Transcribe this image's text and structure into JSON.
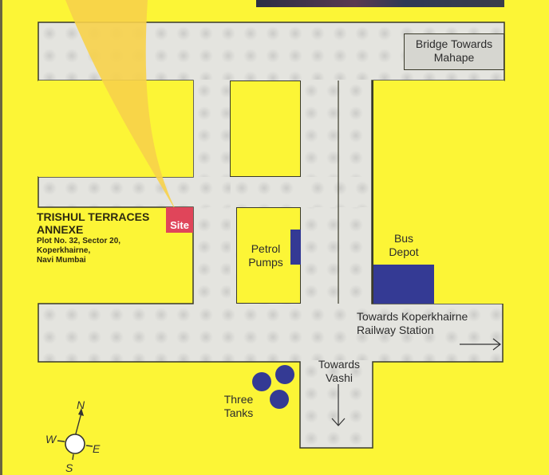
{
  "map": {
    "title": "TRISHUL TERRACES ANNEXE",
    "address_line1": "TRISHUL TERRACES",
    "address_line2": "ANNEXE",
    "address_detail1": "Plot No. 32, Sector 20,",
    "address_detail2": "Koperkhairne,",
    "address_detail3": "Navi Mumbai",
    "site_marker": "Site",
    "colors": {
      "background": "#fcf536",
      "road": "#e4e4df",
      "landmark": "#343a94",
      "site": "#e0455a",
      "beam": "#f7d24a"
    }
  },
  "landmarks": {
    "bridge_line1": "Bridge Towards",
    "bridge_line2": "Mahape",
    "petrol_line1": "Petrol",
    "petrol_line2": "Pumps",
    "bus_line1": "Bus",
    "bus_line2": "Depot",
    "railway_line1": "Towards Koperkhairne",
    "railway_line2": "Railway Station",
    "vashi_line1": "Towards",
    "vashi_line2": "Vashi",
    "tanks_line1": "Three",
    "tanks_line2": "Tanks"
  },
  "compass": {
    "north": "N",
    "south": "S",
    "east": "E",
    "west": "W"
  }
}
